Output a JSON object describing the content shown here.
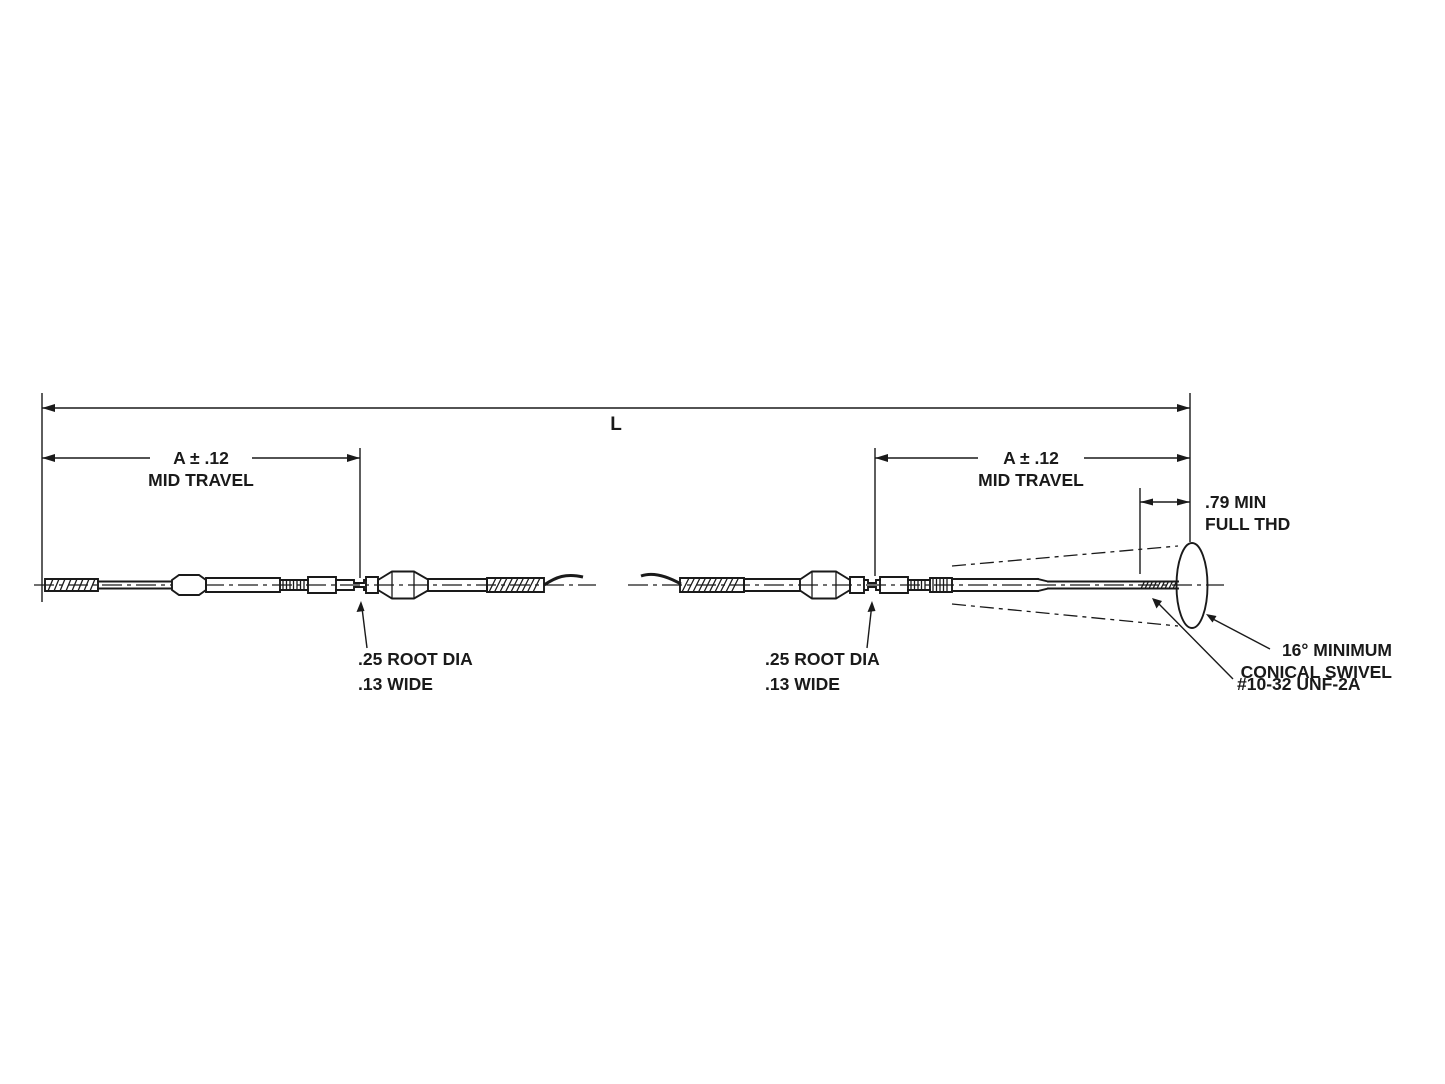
{
  "labels": {
    "overall_length": "L",
    "left_travel": {
      "value": "A ± .12",
      "caption": "MID TRAVEL"
    },
    "right_travel": {
      "value": "A ± .12",
      "caption": "MID TRAVEL"
    },
    "full_thread": {
      "line1": ".79 MIN",
      "line2": "FULL THD"
    },
    "left_groove": {
      "line1": ".25 ROOT DIA",
      "line2": ".13 WIDE"
    },
    "right_groove": {
      "line1": ".25 ROOT DIA",
      "line2": ".13 WIDE"
    },
    "swivel": {
      "line1": "16° MINIMUM",
      "line2": "CONICAL SWIVEL"
    },
    "thread_spec": "#10-32 UNF-2A"
  },
  "colors": {
    "line": "#1a1a1a",
    "background": "#ffffff"
  }
}
